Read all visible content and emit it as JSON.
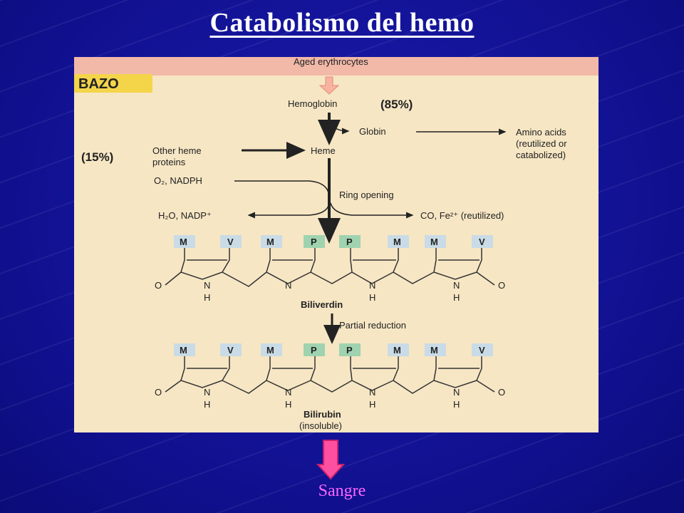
{
  "slide": {
    "title": "Catabolismo del hemo",
    "blood_label": "Sangre"
  },
  "colors": {
    "background": "#12129a",
    "figure_bg": "#f6e6c4",
    "top_band": "#f2b8a8",
    "methyl_box": "#c9dbe6",
    "propionate_box": "#9fd3b0",
    "bazo_box": "#f4d54a",
    "arrow_pink": "#ff4fa0"
  },
  "figure": {
    "source_label": "Aged erythrocytes",
    "organ_label": "BAZO",
    "hemoglobin": "Hemoglobin",
    "hemoglobin_pct": "(85%)",
    "globin": "Globin",
    "amino_line1": "Amino acids",
    "amino_line2": "(reutilized or",
    "amino_line3": "catabolized)",
    "other_pct": "(15%)",
    "other_line1": "Other heme",
    "other_line2": "proteins",
    "heme": "Heme",
    "o2_nadph": "O₂, NADPH",
    "ring_opening": "Ring opening",
    "h2o_nadp": "H₂O, NADP⁺",
    "co_fe": "CO, Fe²⁺ (reutilized)",
    "biliverdin": "Biliverdin",
    "partial_reduction": "Partial reduction",
    "bilirubin": "Bilirubin",
    "insoluble": "(insoluble)",
    "substituents": [
      "M",
      "V",
      "M",
      "P",
      "P",
      "M",
      "M",
      "V"
    ],
    "oxygen": "O",
    "nitrogen": "N",
    "hydrogen": "H"
  }
}
